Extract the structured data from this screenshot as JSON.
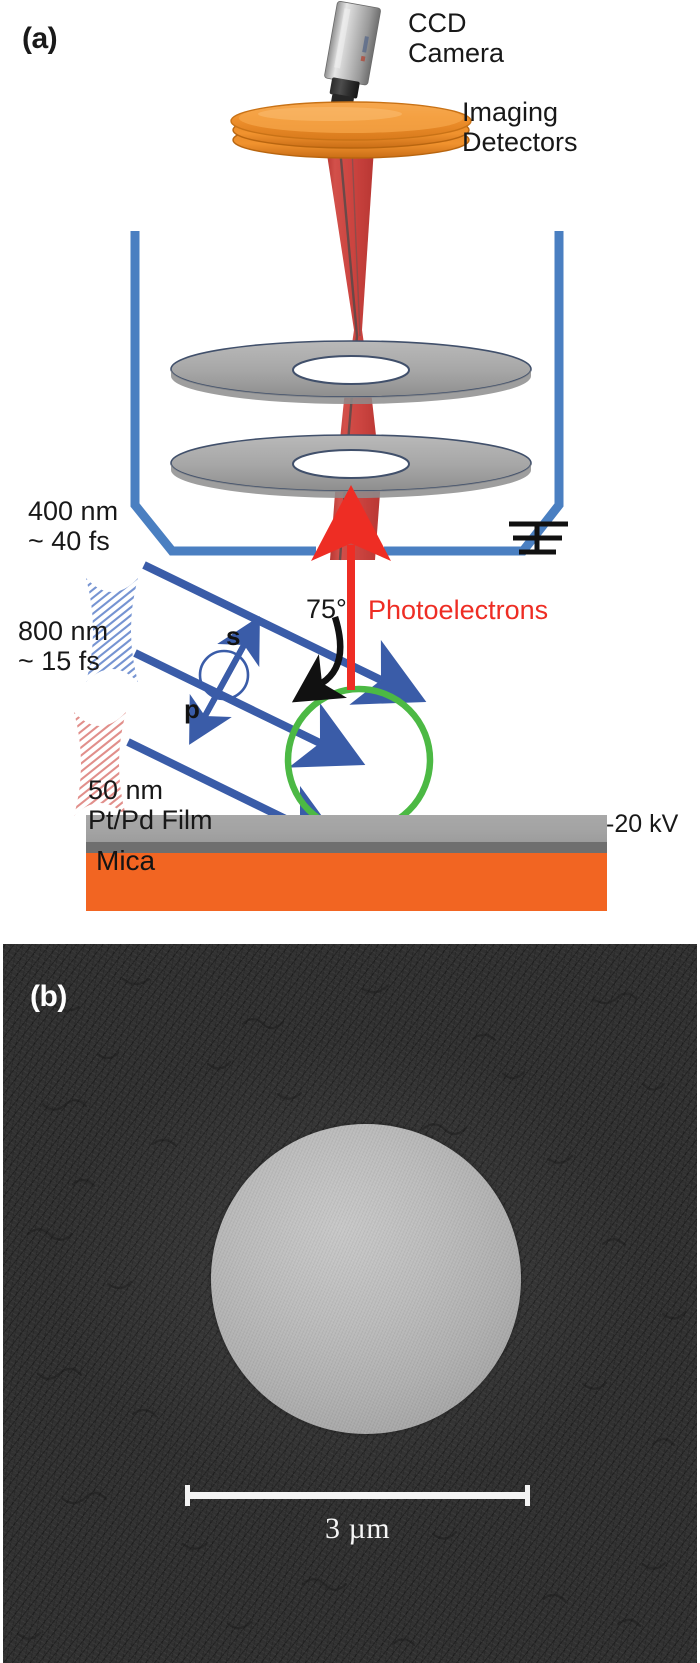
{
  "figure": {
    "panels": [
      {
        "id": "a",
        "label": "(a)",
        "type": "schematic"
      },
      {
        "id": "b",
        "label": "(b)",
        "type": "sem-micrograph"
      }
    ]
  },
  "panel_a": {
    "label": "(a)",
    "annotations": {
      "camera": "CCD\nCamera",
      "detectors": "Imaging\nDetectors",
      "beam_400": "400 nm\n~ 40 fs",
      "beam_800": "800 nm\n~ 15 fs",
      "film": "50 nm\nPt/Pd Film",
      "substrate": "Mica",
      "bias": "-20 kV",
      "incidence_angle": "75°",
      "photoelectrons": "Photoelectrons",
      "pol_s": "s",
      "pol_p": "p"
    },
    "icons": {
      "camera": "ccd-camera-icon",
      "ground": "ground-symbol-icon"
    },
    "colors": {
      "laser_beam_blue": "#3a5ca8",
      "electron_beam_red": "#cc4440",
      "photoelectron_arrow_red": "#ee2d24",
      "housing_blue": "#4a7fc1",
      "detector_orange": "#f0922e",
      "sphere_outline_green": "#4cb944",
      "film_gray": "#a3a3a3",
      "mica_orange": "#f26522"
    }
  },
  "panel_b": {
    "label": "(b)",
    "scalebar": {
      "value": "3",
      "unit": "µm",
      "text": "3 µm"
    },
    "subject": "microsphere-on-ptpd-film",
    "colors": {
      "background": "#303030",
      "sphere": "#b8b8b8",
      "scalebar": "#f4f4f4"
    }
  }
}
